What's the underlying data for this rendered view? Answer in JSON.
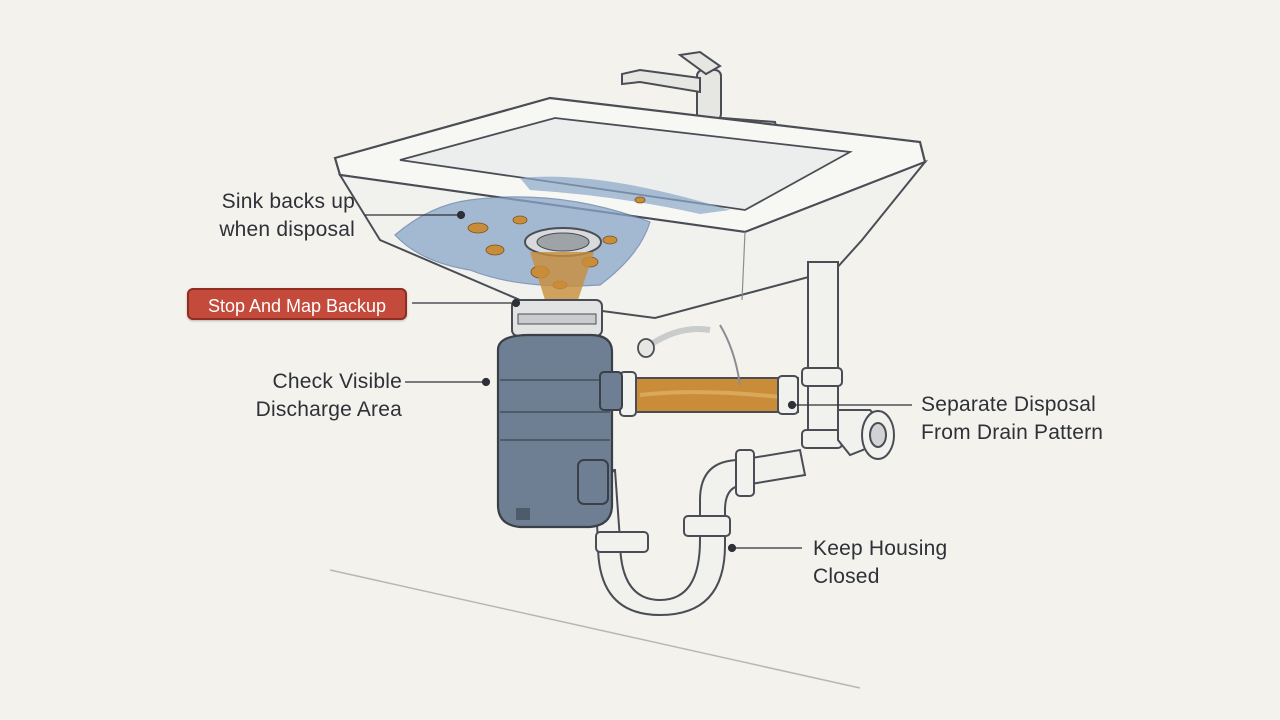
{
  "callouts": {
    "sink_backup": {
      "lines": [
        "Sink backs up",
        "when disposal"
      ]
    },
    "stop_map": {
      "text": "Stop And Map Backup"
    },
    "check_discharge": {
      "lines": [
        "Check Visible",
        "Discharge Area"
      ]
    },
    "separate_disposal": {
      "lines": [
        "Separate Disposal",
        "From Drain Pattern"
      ]
    },
    "keep_housing": {
      "lines": [
        "Keep Housing",
        "Closed"
      ]
    }
  },
  "colors": {
    "background": "#f3f2ec",
    "highlight_red": "#c44a3c",
    "disposal_blue": "#6f7f93",
    "water": "#8aa6c8",
    "debris": "#c98d3a",
    "line": "#2e3138"
  }
}
